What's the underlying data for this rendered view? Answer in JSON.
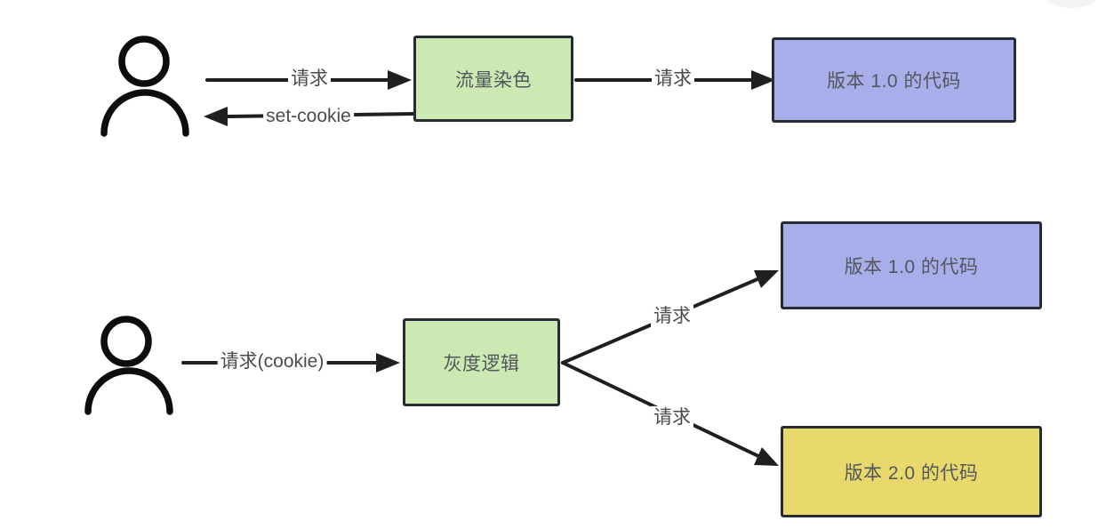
{
  "diagram": {
    "background": "#ffffff",
    "colors": {
      "node_border": "#262c34",
      "node_green_fill": "#cce9b3",
      "node_purple_fill": "#a8aeea",
      "node_yellow_fill": "#e9d96d",
      "arrow_stroke": "#1f1f1f",
      "person_stroke": "#0d0d0d",
      "edge_label_text": "#4b4b4b",
      "node_label_text": "#53575c"
    },
    "top_flow": {
      "actor": "user",
      "edge_request_user_to_dye": "请求",
      "edge_set_cookie_back": "set-cookie",
      "node_traffic_dye": "流量染色",
      "edge_request_dye_to_v1": "请求",
      "node_version1": "版本 1.0 的代码"
    },
    "bottom_flow": {
      "actor": "user",
      "edge_request_cookie": "请求(cookie)",
      "node_gray_logic": "灰度逻辑",
      "edge_request_to_v1": "请求",
      "node_version1": "版本 1.0 的代码",
      "edge_request_to_v2": "请求",
      "node_version2": "版本 2.0 的代码"
    }
  }
}
